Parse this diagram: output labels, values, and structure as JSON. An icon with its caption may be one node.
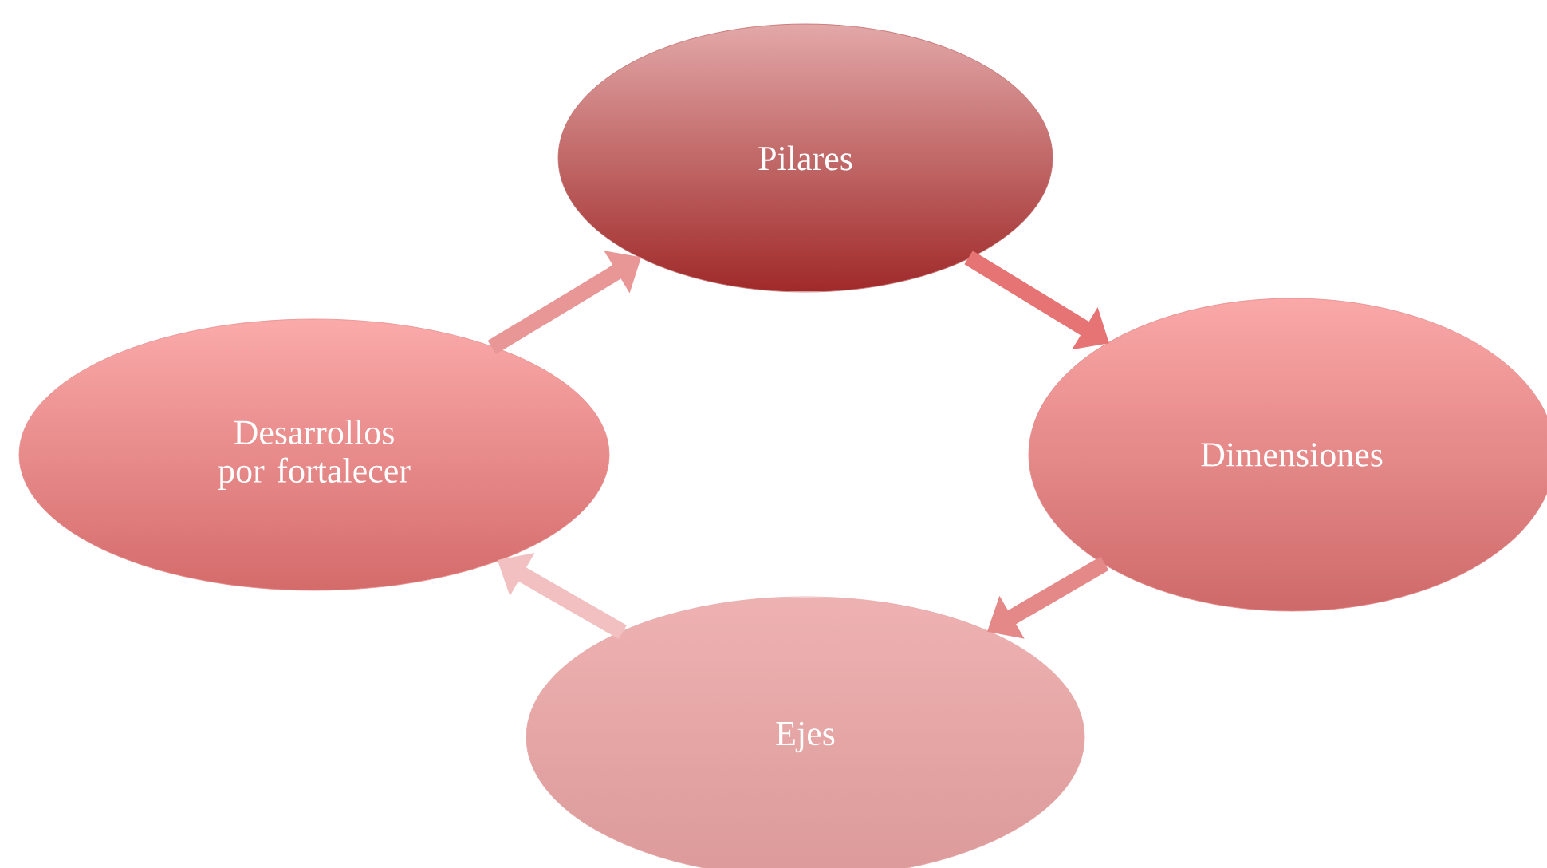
{
  "diagram": {
    "nodes": [
      {
        "text": [
          "Pilares"
        ]
      },
      {
        "text": [
          "Dimensiones"
        ]
      },
      {
        "text": [
          "Ejes"
        ]
      },
      {
        "text": [
          "Desarrollos por fortalecer"
        ]
      }
    ],
    "edges": [
      {
        "from": 0,
        "to": 1,
        "arrow": "to"
      },
      {
        "from": 1,
        "to": 2,
        "arrow": "to"
      },
      {
        "from": 2,
        "to": 3,
        "arrow": "to"
      },
      {
        "from": 3,
        "to": 0,
        "arrow": "to"
      }
    ]
  }
}
